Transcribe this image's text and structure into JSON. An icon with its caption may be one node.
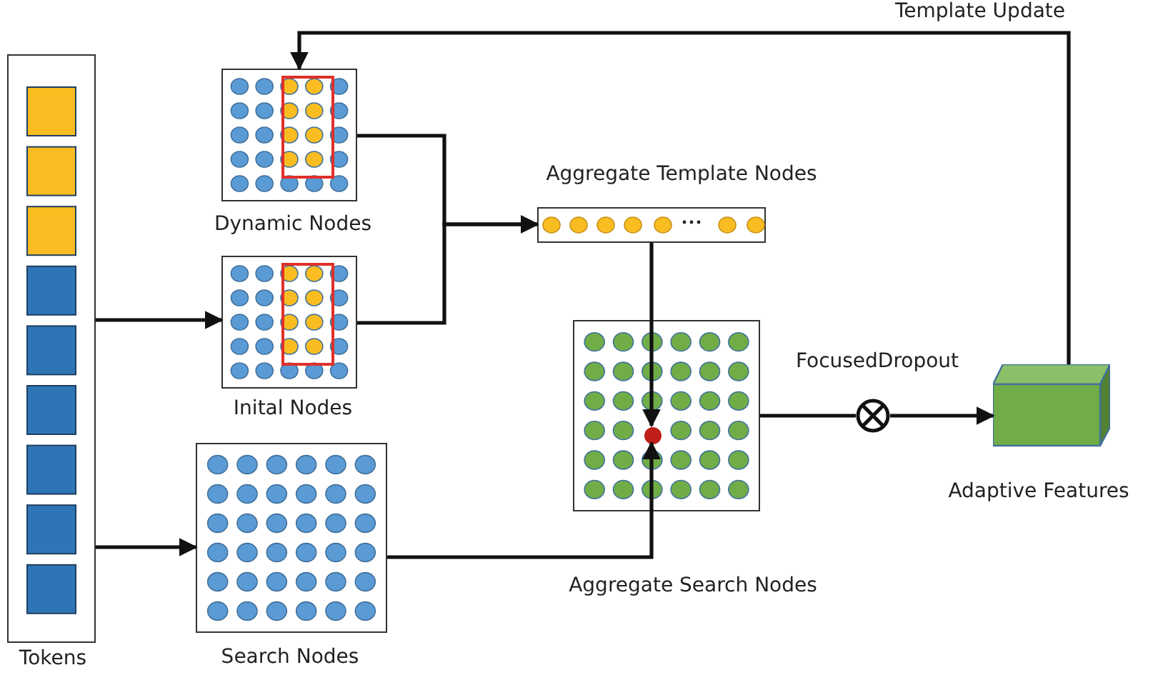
{
  "diagram": {
    "nodes": [
      {
        "text": [
          "Tokens"
        ]
      },
      {
        "text": [
          "Dynamic Nodes"
        ]
      },
      {
        "text": [
          "Inital Nodes"
        ]
      },
      {
        "text": [
          "Search Nodes"
        ]
      },
      {
        "text": [
          "Aggregate Template Nodes"
        ]
      },
      {
        "text": [
          "Aggregate Search Nodes"
        ]
      },
      {
        "text": [],
        "shape": "circle",
        "in": 5
      },
      {
        "text": [],
        "shape": "circle",
        "beside": [
          "FocusedDropout"
        ]
      },
      {
        "text": [
          "Adaptive Features"
        ]
      }
    ],
    "edges": [
      {
        "from": 0,
        "to": 2,
        "arrow": "to"
      },
      {
        "from": 0,
        "to": 3,
        "arrow": "to"
      },
      {
        "from": 1,
        "to": 4,
        "arrow": "to"
      },
      {
        "from": 2,
        "to": 4,
        "arrow": "to"
      },
      {
        "from": 4,
        "to": 6,
        "arrow": "to"
      },
      {
        "from": 3,
        "to": 6,
        "arrow": "to"
      },
      {
        "from": 5,
        "to": 7,
        "arrow": "none"
      },
      {
        "from": 7,
        "to": 8,
        "arrow": "to"
      },
      {
        "from": 8,
        "to": 1,
        "arrow": "to",
        "label": "Template Update"
      }
    ]
  }
}
